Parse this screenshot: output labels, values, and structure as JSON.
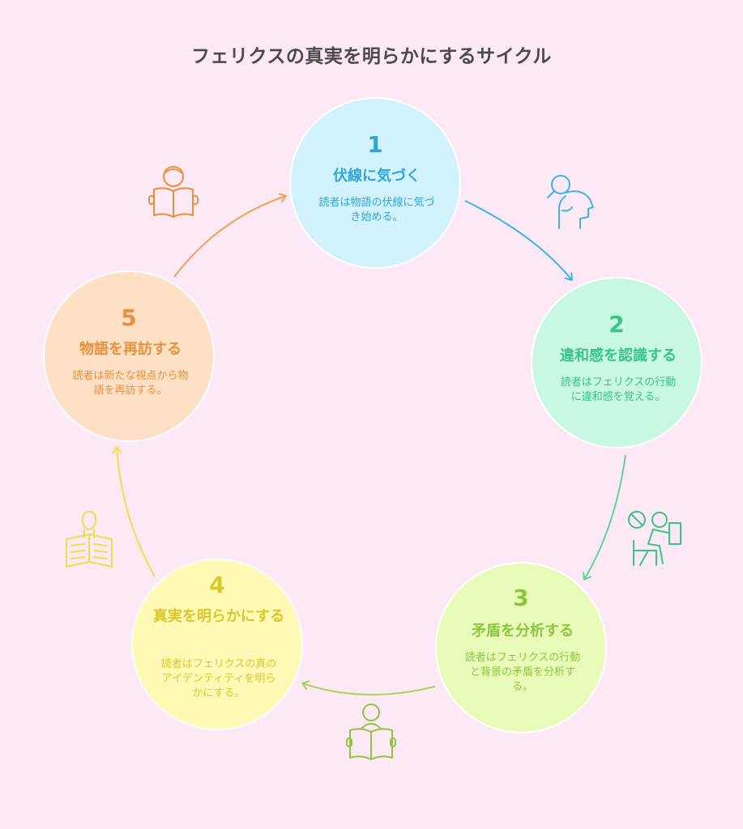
{
  "title": "フェリクスの真実を明らかにするサイクル",
  "steps": [
    {
      "num": "1",
      "head": "伏線に気づく",
      "desc": "読者は物語の伏線に気づき始める。",
      "color": "#2ea6d8",
      "fill": "#d2f3fd"
    },
    {
      "num": "2",
      "head": "違和感を認識する",
      "desc": "読者はフェリクスの行動に違和感を覚える。",
      "color": "#38c586",
      "fill": "#c8f7e2"
    },
    {
      "num": "3",
      "head": "矛盾を分析する",
      "desc": "読者はフェリクスの行動と背景の矛盾を分析する。",
      "color": "#8ec63f",
      "fill": "#e8fbb9"
    },
    {
      "num": "4",
      "head": "真実を明らかにする",
      "desc": "読者はフェリクスの真のアイデンティティを明らかにする。",
      "color": "#d9c82d",
      "fill": "#fff9b5"
    },
    {
      "num": "5",
      "head": "物語を再訪する",
      "desc": "読者は新たな視点から物語を再訪する。",
      "color": "#e8913a",
      "fill": "#fde0c6"
    }
  ],
  "icons": [
    "person-reading-icon",
    "person-thinking-icon",
    "person-prohibited-icon",
    "person-book-icon",
    "person-newspaper-icon"
  ]
}
